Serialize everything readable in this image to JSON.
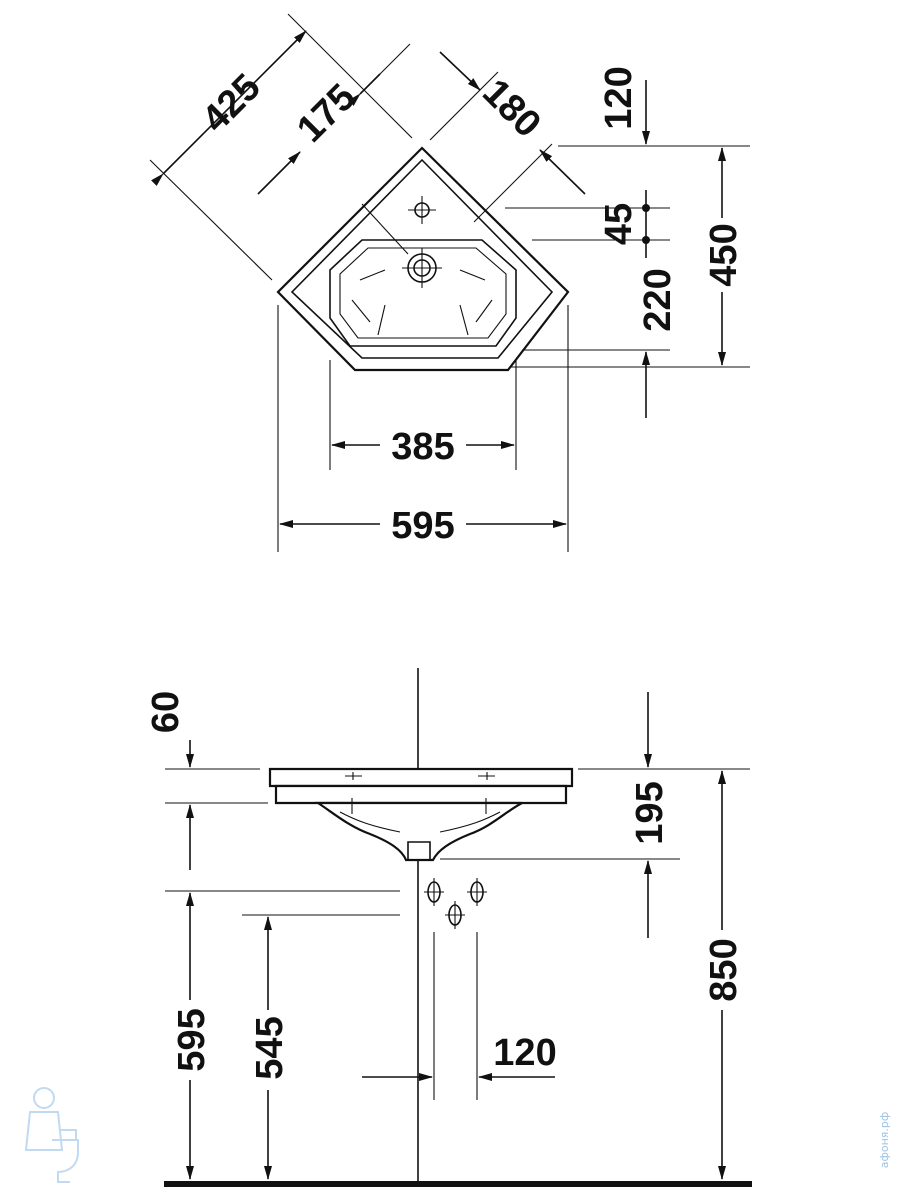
{
  "top_view": {
    "dims": {
      "d425": "425",
      "d175": "175",
      "d180": "180",
      "d120": "120",
      "d45": "45",
      "d220": "220",
      "d450": "450",
      "d385": "385",
      "d595": "595"
    }
  },
  "side_view": {
    "dims": {
      "d60": "60",
      "d195": "195",
      "d850": "850",
      "d595": "595",
      "d545": "545",
      "d120": "120"
    }
  },
  "watermark": "афоня.рф"
}
